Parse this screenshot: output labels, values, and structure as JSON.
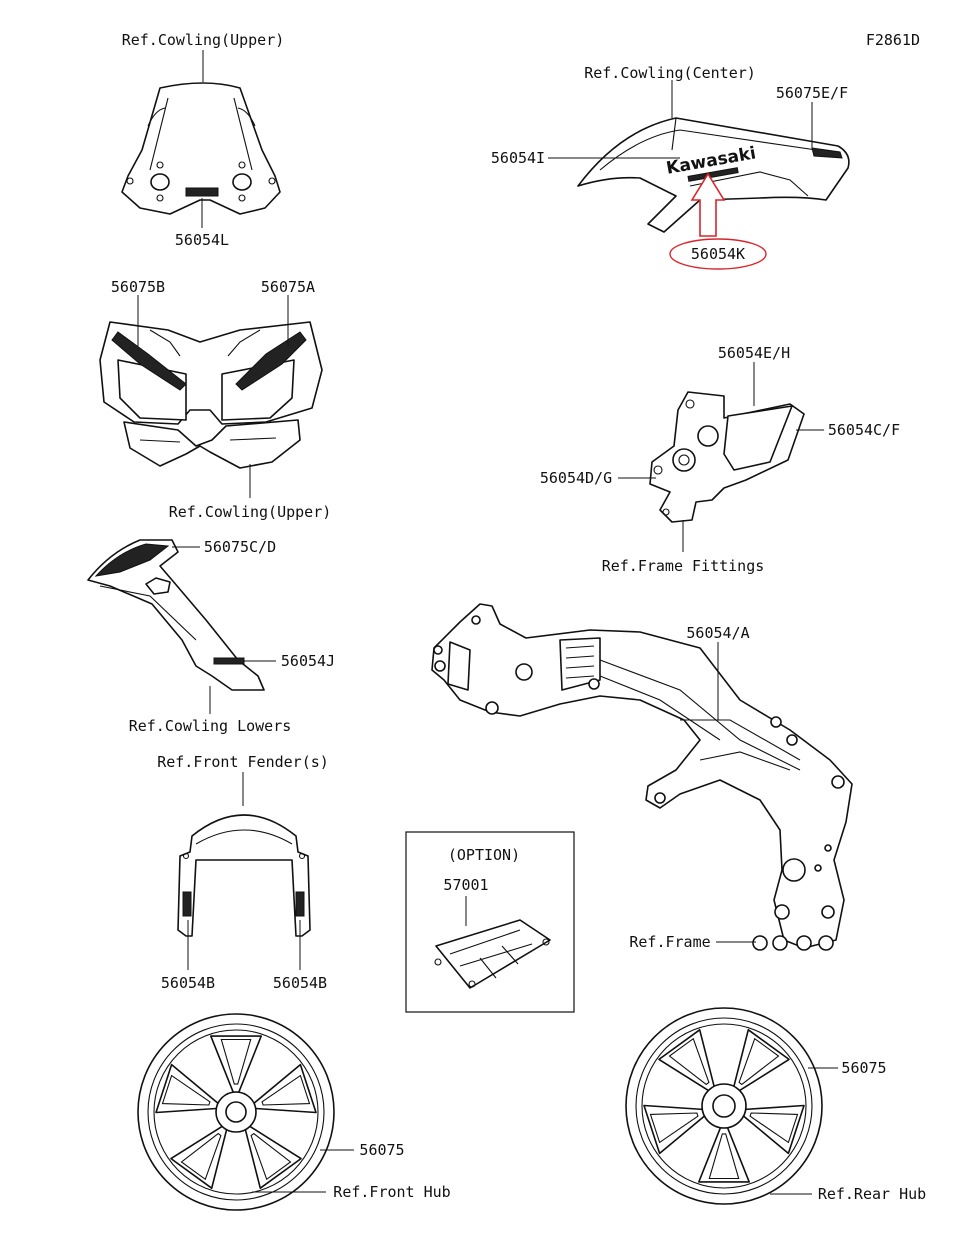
{
  "diagram_code": "F2861D",
  "labels": {
    "ref_cowling_upper_top": "Ref.Cowling(Upper)",
    "p56054L": "56054L",
    "ref_cowling_center": "Ref.Cowling(Center)",
    "p56075EF": "56075E/F",
    "p56054I": "56054I",
    "p56054K": "56054K",
    "p56075B": "56075B",
    "p56075A": "56075A",
    "ref_cowling_upper_mid": "Ref.Cowling(Upper)",
    "p56054EH": "56054E/H",
    "p56054CF": "56054C/F",
    "p56054DG": "56054D/G",
    "ref_frame_fittings": "Ref.Frame Fittings",
    "p56075CD": "56075C/D",
    "p56054J": "56054J",
    "ref_cowling_lowers": "Ref.Cowling Lowers",
    "p56054A": "56054/A",
    "ref_front_fenders": "Ref.Front Fender(s)",
    "option": "(OPTION)",
    "p57001": "57001",
    "p56054B_left": "56054B",
    "p56054B_right": "56054B",
    "ref_frame": "Ref.Frame",
    "p56075_front": "56075",
    "ref_front_hub": "Ref.Front Hub",
    "p56075_rear": "56075",
    "ref_rear_hub": "Ref.Rear Hub",
    "decal_brand": "Kawasaki"
  },
  "colors": {
    "highlight": "#d9262c",
    "line": "#111111"
  },
  "highlighted_part": "56054K"
}
